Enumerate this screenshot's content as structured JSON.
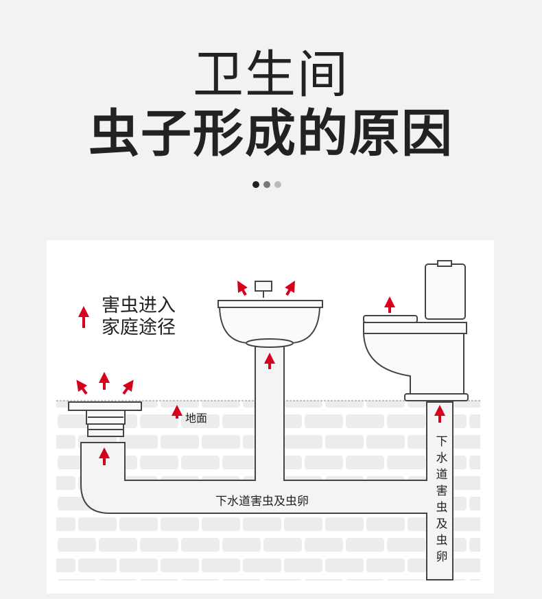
{
  "header": {
    "title_line1": "卫生间",
    "title_line2": "虫子形成的原因"
  },
  "carousel": {
    "dots": [
      {
        "color": "#222222"
      },
      {
        "color": "#777777"
      },
      {
        "color": "#bbbbbb"
      }
    ]
  },
  "diagram": {
    "legend": {
      "line1": "害虫进入",
      "line2": "家庭途径"
    },
    "ground_label": "地面",
    "horizontal_pipe_label": "下水道害虫及虫卵",
    "vertical_pipe_label": "下水道害虫及虫卵",
    "arrow_color": "#d6001c"
  }
}
